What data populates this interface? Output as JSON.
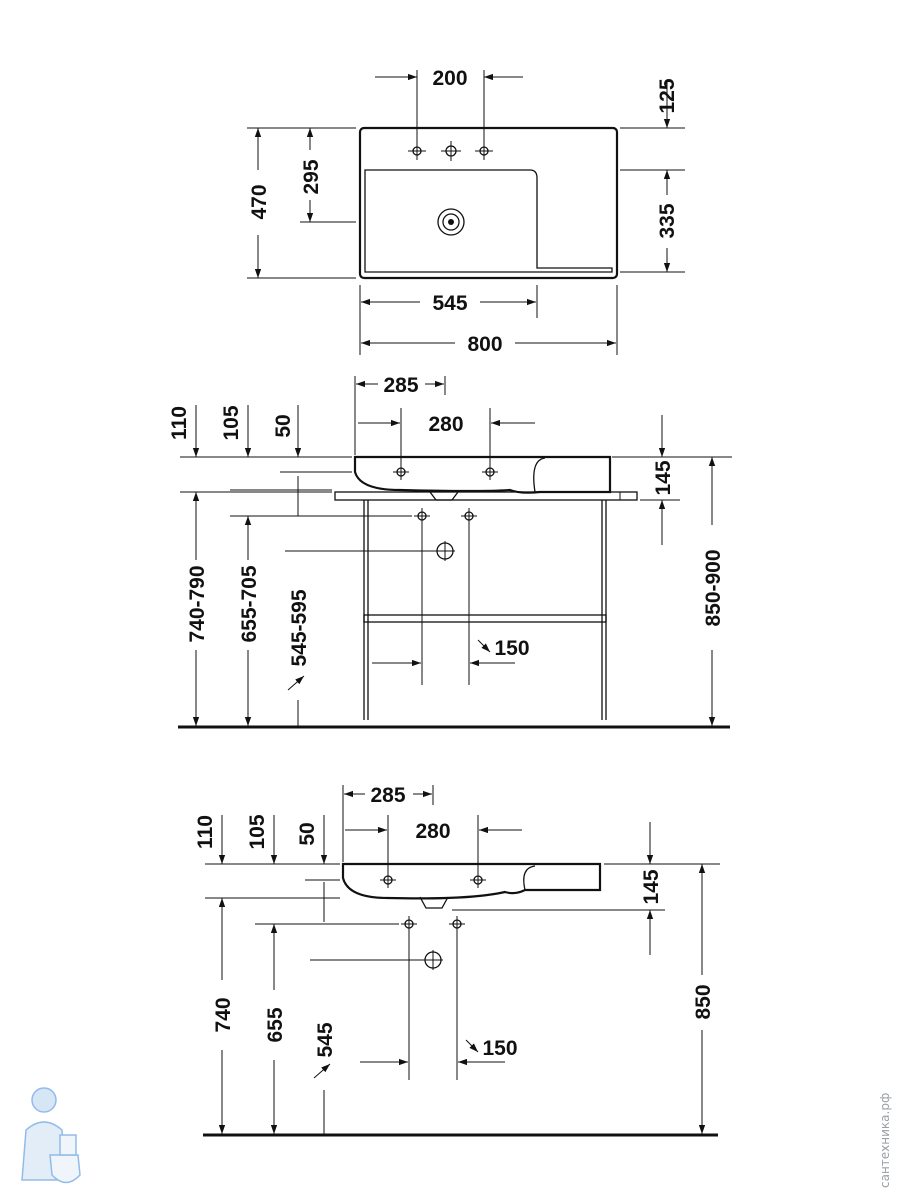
{
  "colors": {
    "line": "#111111",
    "watermark": "#9aa0a6",
    "logo": "#4a90d9"
  },
  "top_view": {
    "faucet_spacing": "200",
    "back_to_tap": "125",
    "total_depth": "470",
    "tap_to_drain": "295",
    "bowl_depth": "335",
    "bowl_width": "545",
    "total_width": "800"
  },
  "front_view_console": {
    "waste_offset": "285",
    "valve_spacing": "280",
    "dim_110": "110",
    "dim_105": "105",
    "dim_50": "50",
    "rim_height_range": "145",
    "outlet_range": "740-790",
    "valve_range": "655-705",
    "waste_range": "545-595",
    "trap_clearance": "150",
    "total_height_range": "850-900"
  },
  "front_view_wall": {
    "waste_offset": "285",
    "valve_spacing": "280",
    "dim_110": "110",
    "dim_105": "105",
    "dim_50": "50",
    "rim_height": "145",
    "outlet_height": "740",
    "valve_height": "655",
    "waste_height": "545",
    "trap_clearance": "150",
    "total_height": "850"
  },
  "watermark": {
    "text": "сантехника.рф",
    "icon": "plumber-logo-icon"
  }
}
